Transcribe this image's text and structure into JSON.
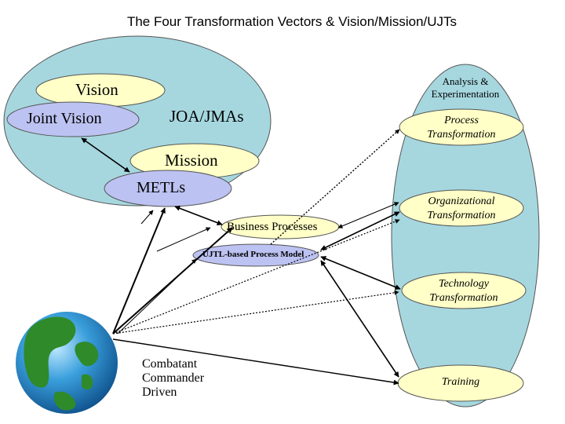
{
  "title": "The Four Transformation Vectors & Vision/Mission/UJTs",
  "left_group": {
    "vision": "Vision",
    "joint_vision": "Joint Vision",
    "joa_jmas": "JOA/JMAs",
    "mission": "Mission",
    "metls": "METLs"
  },
  "center": {
    "business_processes": "Business Processes",
    "ujtl_model": "UJTL-based Process Model"
  },
  "right_group": {
    "analysis_line1": "Analysis &",
    "analysis_line2": "Experimentation",
    "process_line1": "Process",
    "process_line2": "Transformation",
    "org_line1": "Organizational",
    "org_line2": "Transformation",
    "tech_line1": "Technology",
    "tech_line2": "Transformation",
    "training": "Training"
  },
  "globe": {
    "caption_line1": "Combatant",
    "caption_line2": "Commander",
    "caption_line3": "Driven"
  },
  "colors": {
    "group_fill": "#a6d7df",
    "yellow_oval": "#ffffc7",
    "blue_oval": "#bcc2f1",
    "ocean": "#2a8fcf",
    "land": "#2f8a2a"
  }
}
